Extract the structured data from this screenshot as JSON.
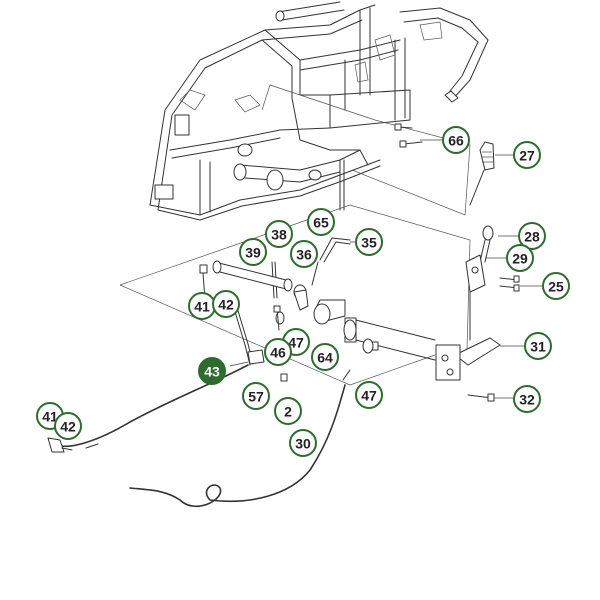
{
  "callouts": [
    {
      "label": "66",
      "selected": false
    },
    {
      "label": "27",
      "selected": false
    },
    {
      "label": "65",
      "selected": false
    },
    {
      "label": "35",
      "selected": false
    },
    {
      "label": "38",
      "selected": false
    },
    {
      "label": "39",
      "selected": false
    },
    {
      "label": "36",
      "selected": false
    },
    {
      "label": "28",
      "selected": false
    },
    {
      "label": "29",
      "selected": false
    },
    {
      "label": "25",
      "selected": false
    },
    {
      "label": "41",
      "selected": false
    },
    {
      "label": "42",
      "selected": false
    },
    {
      "label": "47",
      "selected": false
    },
    {
      "label": "46",
      "selected": false
    },
    {
      "label": "64",
      "selected": false
    },
    {
      "label": "31",
      "selected": false
    },
    {
      "label": "43",
      "selected": true
    },
    {
      "label": "57",
      "selected": false
    },
    {
      "label": "47",
      "selected": false
    },
    {
      "label": "2",
      "selected": false
    },
    {
      "label": "32",
      "selected": false
    },
    {
      "label": "41",
      "selected": false
    },
    {
      "label": "42",
      "selected": false
    },
    {
      "label": "30",
      "selected": false
    }
  ],
  "colors": {
    "callout_stroke": "#2f6b2f",
    "callout_selected_fill": "#2e6b2e",
    "line": "#333333"
  }
}
